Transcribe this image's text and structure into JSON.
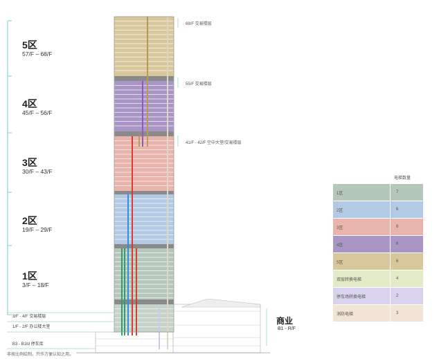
{
  "zones": [
    {
      "name": "5区",
      "floors": "57/F – 68/F",
      "color": "#d8c79a"
    },
    {
      "name": "4区",
      "floors": "45/F – 56/F",
      "color": "#a996c6"
    },
    {
      "name": "3区",
      "floors": "30/F – 43/F",
      "color": "#e8b4ac"
    },
    {
      "name": "2区",
      "floors": "19/F – 29/F",
      "color": "#b2cae6"
    },
    {
      "name": "1区",
      "floors": "3/F – 18/F",
      "color": "#b5c7bb"
    }
  ],
  "callouts": [
    "68/F 交易楼层",
    "55/F 交易楼层",
    "41/F - 42/F 空中大堂/交易楼层"
  ],
  "low_floors": [
    "3/F - 4/F 交易楼层",
    "1/F - 2/F 办公楼大堂",
    "B3 - B1M 停车库"
  ],
  "commercial": {
    "name": "商业",
    "floors": "B1 - R/F"
  },
  "footnote": "非按比例绘制，只作方便认知之用。",
  "legend": {
    "header": "电梯数量",
    "rows": [
      {
        "label": "1区",
        "count": "7",
        "color": "#b5c7bb"
      },
      {
        "label": "2区",
        "count": "6",
        "color": "#b2cae6"
      },
      {
        "label": "3区",
        "count": "6",
        "color": "#e8b4ac"
      },
      {
        "label": "4区",
        "count": "6",
        "color": "#a996c6"
      },
      {
        "label": "5区",
        "count": "6",
        "color": "#d8c79a"
      },
      {
        "label": "双层转换电梯",
        "count": "4",
        "color": "#e3ebc6"
      },
      {
        "label": "停车场转换电梯",
        "count": "2",
        "color": "#d8d2ee"
      },
      {
        "label": "消防电梯",
        "count": "3",
        "color": "#f2e4d6"
      }
    ]
  },
  "shaft_colors": [
    "#2f9e6e",
    "#2f8fd8",
    "#d93a32",
    "#8f5bb5",
    "#b99a56",
    "#cfc9ee",
    "#dcd8c6"
  ]
}
